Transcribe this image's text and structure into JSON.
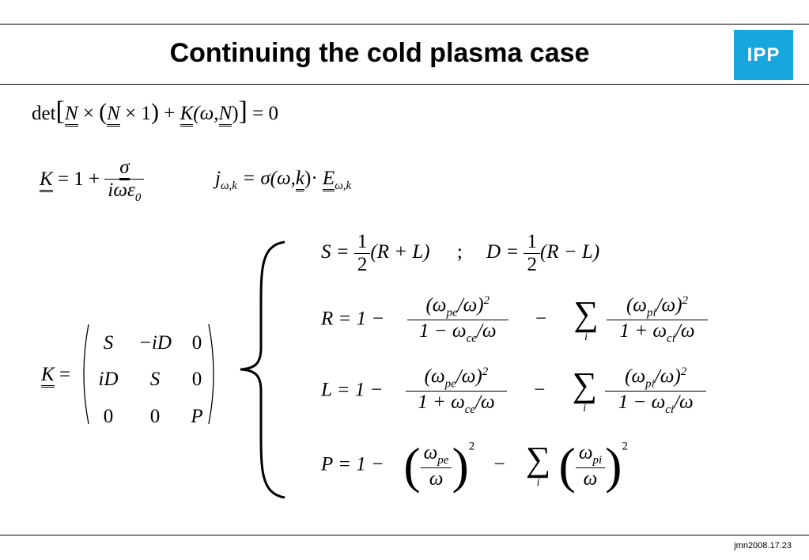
{
  "slide": {
    "title": "Continuing the cold plasma case",
    "logo_text": "IPP",
    "footer": "jmn2008.17.23",
    "colors": {
      "logo_bg": "#17a6dd",
      "rule": "#000000"
    }
  },
  "equations": {
    "det": {
      "op": "det",
      "N": "N",
      "times": "×",
      "one": "1",
      "plus": "+",
      "K": "K",
      "args": "(ω,",
      "N2": "N",
      "close": ")",
      "eq": "= 0"
    },
    "K_def": {
      "lhs": "K",
      "eq": "= 1 +",
      "one": "1",
      "num": "σ",
      "den_i": "iωε",
      "den_sub": "0"
    },
    "j_def": {
      "j": "j",
      "sub": "ω,k",
      "eq": "= σ(ω,",
      "k": "k",
      "close": ")·",
      "E": "E",
      "E_sub": "ω,k"
    },
    "K_matrix": {
      "lhs": "K",
      "eq": "=",
      "rows": [
        [
          "S",
          "−iD",
          "0"
        ],
        [
          "iD",
          "S",
          "0"
        ],
        [
          "0",
          "0",
          "P"
        ]
      ]
    },
    "S_def": {
      "lhs": "S =",
      "num": "1",
      "den": "2",
      "rhs": "(R + L)",
      "sep": ";",
      "lhs2": "D =",
      "num2": "1",
      "den2": "2",
      "rhs2": "(R − L)"
    },
    "R_def": {
      "lhs": "R  =  1  −",
      "n1": "(ω",
      "n1s": "pe",
      "n1b": "/ω)",
      "n1p": "2",
      "d1": "1 − ω",
      "d1s": "ce",
      "d1b": "/ω",
      "minus": "−",
      "sum_idx": "i",
      "n2": "(ω",
      "n2s": "pi",
      "n2b": "/ω)",
      "n2p": "2",
      "d2": "1 + ω",
      "d2s": "ci",
      "d2b": "/ω"
    },
    "L_def": {
      "lhs": "L  =  1  −",
      "n1": "(ω",
      "n1s": "pe",
      "n1b": "/ω)",
      "n1p": "2",
      "d1": "1 + ω",
      "d1s": "ce",
      "d1b": "/ω",
      "minus": "−",
      "sum_idx": "i",
      "n2": "(ω",
      "n2s": "pi",
      "n2b": "/ω)",
      "n2p": "2",
      "d2": "1 − ω",
      "d2s": "ci",
      "d2b": "/ω"
    },
    "P_def": {
      "lhs": "P  =  1  −",
      "n1": "ω",
      "n1s": "pe",
      "d1": "ω",
      "p1": "2",
      "minus": "−",
      "sum_idx": "i",
      "n2": "ω",
      "n2s": "pi",
      "d2": "ω",
      "p2": "2"
    }
  }
}
